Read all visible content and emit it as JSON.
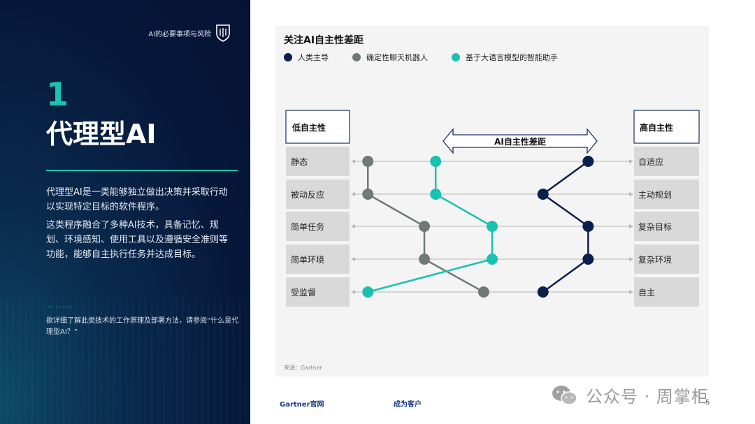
{
  "header": {
    "title": "AI的必要事项与风险"
  },
  "section": {
    "number": "1",
    "title": "代理型AI",
    "paragraph_1": "代理型AI是一类能够独立做出决策并采取行动以实现特定目标的软件程序。",
    "paragraph_2": "这类程序融合了多种AI技术，具备记忆、规划、环境感知、使用工具以及遵循安全准则等功能，能够自主执行任务并达成目标。",
    "dots": ".......",
    "note": "欲详细了解此类技术的工作原理及部署方法，请参阅“什么是代理型AI？”"
  },
  "diagram": {
    "title": "关注AI自主性差距",
    "legend": [
      {
        "label": "人类主导",
        "color": "#0b1f4d"
      },
      {
        "label": "确定性聊天机器人",
        "color": "#6e7a76"
      },
      {
        "label": "基于大语言模型的智能助手",
        "color": "#19c1b0"
      }
    ],
    "left_header": "低自主性",
    "right_header": "高自主性",
    "gap_label": "AI自主性差距",
    "left_labels": [
      "静态",
      "被动反应",
      "简单任务",
      "简单环境",
      "受监督"
    ],
    "right_labels": [
      "自适应",
      "主动规划",
      "复杂目标",
      "复杂环境",
      "自主"
    ],
    "series": [
      {
        "name": "人类主导",
        "color": "#0b1f4d",
        "levels": [
          0.84,
          0.68,
          0.84,
          0.84,
          0.68
        ]
      },
      {
        "name": "确定性聊天机器人",
        "color": "#6e7a76",
        "levels": [
          0.06,
          0.06,
          0.26,
          0.26,
          0.47
        ]
      },
      {
        "name": "基于大语言模型的智能助手",
        "color": "#19c1b0",
        "levels": [
          0.3,
          0.3,
          0.5,
          0.5,
          0.06
        ]
      }
    ],
    "source": "来源：Gartner"
  },
  "footer": {
    "link_1": "Gartner官网",
    "link_2": "成为客户",
    "page_number": "5"
  },
  "watermark": {
    "text": "公众号 · 周掌柜"
  }
}
